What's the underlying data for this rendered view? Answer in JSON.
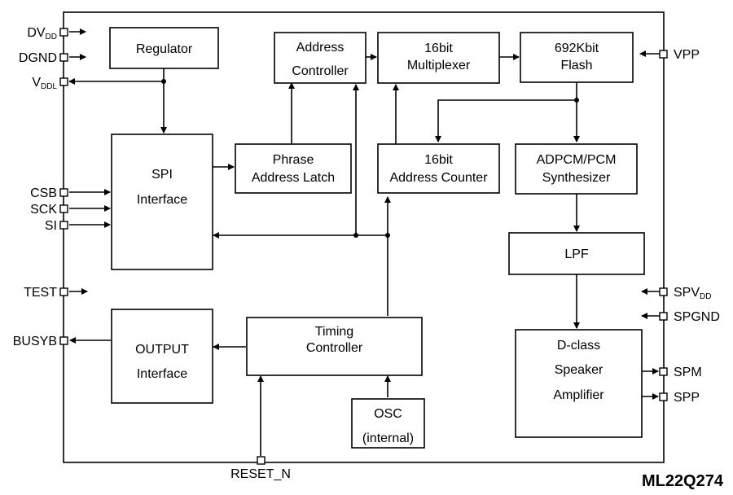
{
  "blocks": {
    "regulator": [
      "Regulator"
    ],
    "address_controller": [
      "Address",
      "Controller"
    ],
    "multiplexer": [
      "16bit",
      "Multiplexer"
    ],
    "flash": [
      "692Kbit",
      "Flash"
    ],
    "spi": [
      "SPI",
      "Interface"
    ],
    "phrase_latch": [
      "Phrase",
      "Address Latch"
    ],
    "address_counter": [
      "16bit",
      "Address Counter"
    ],
    "synthesizer": [
      "ADPCM/PCM",
      "Synthesizer"
    ],
    "lpf": [
      "LPF"
    ],
    "output": [
      "OUTPUT",
      "Interface"
    ],
    "timing": [
      "Timing",
      "Controller"
    ],
    "osc": [
      "OSC",
      "(internal)"
    ],
    "amplifier": [
      "D-class",
      "Speaker",
      "Amplifier"
    ]
  },
  "pins": {
    "dvdd": {
      "main": "DV",
      "sub": "DD"
    },
    "dgnd": {
      "main": "DGND",
      "sub": ""
    },
    "vddl": {
      "main": "V",
      "sub": "DDL"
    },
    "csb": {
      "main": "CSB",
      "sub": ""
    },
    "sck": {
      "main": "SCK",
      "sub": ""
    },
    "si": {
      "main": "SI",
      "sub": ""
    },
    "test": {
      "main": "TEST",
      "sub": ""
    },
    "busyb": {
      "main": "BUSYB",
      "sub": ""
    },
    "reset_n": {
      "main": "RESET_N",
      "sub": ""
    },
    "vpp": {
      "main": "VPP",
      "sub": ""
    },
    "spvdd": {
      "main": "SPV",
      "sub": "DD"
    },
    "spgnd": {
      "main": "SPGND",
      "sub": ""
    },
    "spm": {
      "main": "SPM",
      "sub": ""
    },
    "spp": {
      "main": "SPP",
      "sub": ""
    }
  },
  "part_number": "ML22Q274"
}
